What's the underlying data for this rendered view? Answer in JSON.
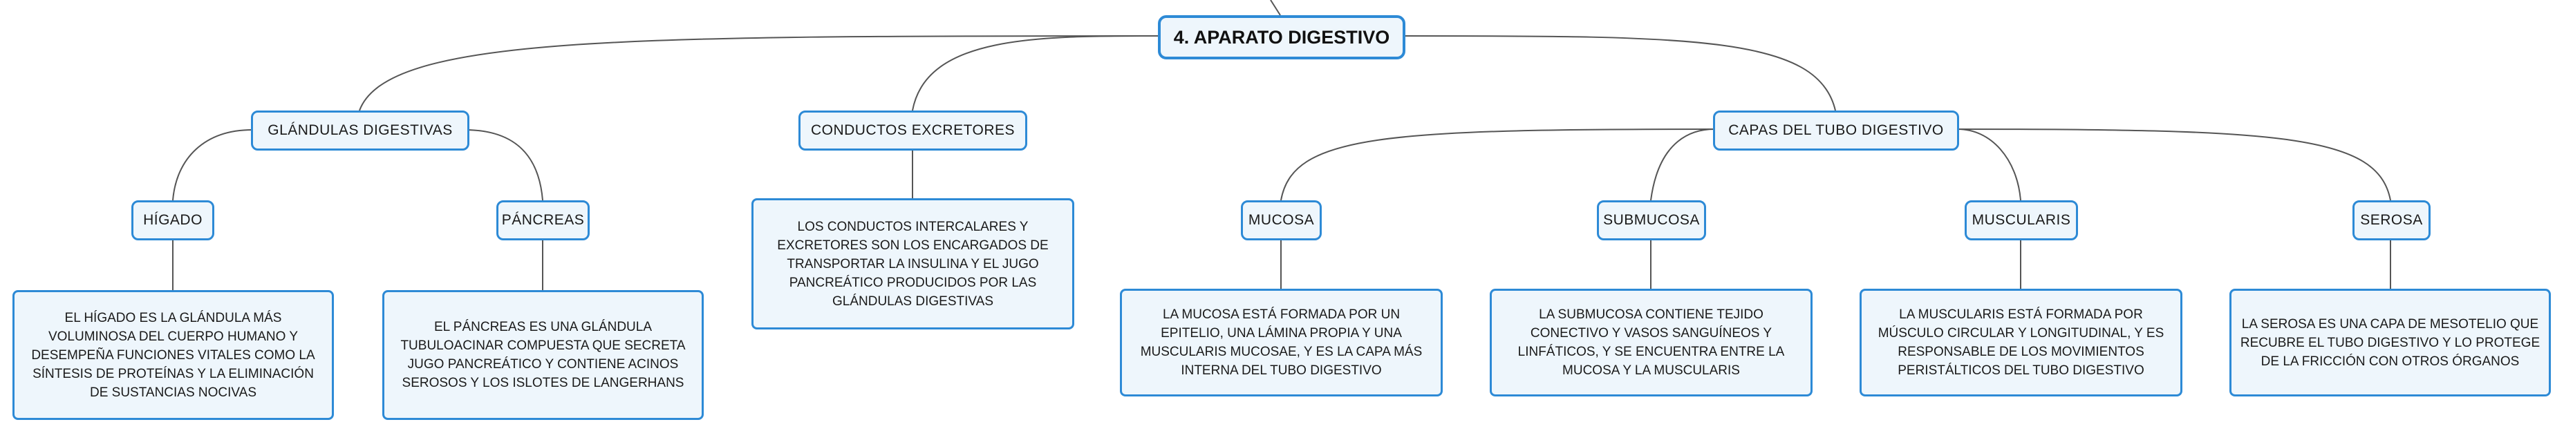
{
  "root": "4. APARATO DIGESTIVO",
  "branches": {
    "glandulas": {
      "label": "GLÁNDULAS DIGESTIVAS",
      "higado": {
        "label": "HÍGADO",
        "text": "EL HÍGADO ES LA GLÁNDULA MÁS VOLUMINOSA DEL CUERPO HUMANO Y DESEMPEÑA FUNCIONES VITALES COMO LA SÍNTESIS DE PROTEÍNAS Y LA ELIMINACIÓN DE SUSTANCIAS NOCIVAS"
      },
      "pancreas": {
        "label": "PÁNCREAS",
        "text": "EL PÁNCREAS ES UNA GLÁNDULA TUBULOACINAR COMPUESTA QUE SECRETA JUGO PANCREÁTICO Y CONTIENE ACINOS SEROSOS Y LOS ISLOTES DE LANGERHANS"
      }
    },
    "conductos": {
      "label": "CONDUCTOS EXCRETORES",
      "text": "LOS CONDUCTOS INTERCALARES Y EXCRETORES SON LOS ENCARGADOS DE TRANSPORTAR LA INSULINA Y EL JUGO PANCREÁTICO PRODUCIDOS POR LAS GLÁNDULAS DIGESTIVAS"
    },
    "capas": {
      "label": "CAPAS DEL TUBO DIGESTIVO",
      "mucosa": {
        "label": "MUCOSA",
        "text": "LA MUCOSA ESTÁ FORMADA POR UN EPITELIO, UNA LÁMINA PROPIA Y UNA MUSCULARIS MUCOSAE, Y ES LA CAPA MÁS INTERNA DEL TUBO DIGESTIVO"
      },
      "submucosa": {
        "label": "SUBMUCOSA",
        "text": "LA SUBMUCOSA CONTIENE TEJIDO CONECTIVO Y VASOS SANGUÍNEOS Y LINFÁTICOS, Y SE ENCUENTRA ENTRE LA MUCOSA Y LA MUSCULARIS"
      },
      "muscularis": {
        "label": "MUSCULARIS",
        "text": "LA MUSCULARIS ESTÁ FORMADA POR MÚSCULO CIRCULAR Y LONGITUDINAL, Y ES RESPONSABLE DE LOS MOVIMIENTOS PERISTÁLTICOS DEL TUBO DIGESTIVO"
      },
      "serosa": {
        "label": "SEROSA",
        "text": "LA SEROSA ES UNA CAPA DE MESOTELIO QUE RECUBRE EL TUBO DIGESTIVO Y LO PROTEGE DE LA FRICCIÓN CON OTROS ÓRGANOS"
      }
    }
  },
  "colors": {
    "border": "#2d8ad6",
    "fill": "#eef6fc",
    "line": "#555555"
  }
}
